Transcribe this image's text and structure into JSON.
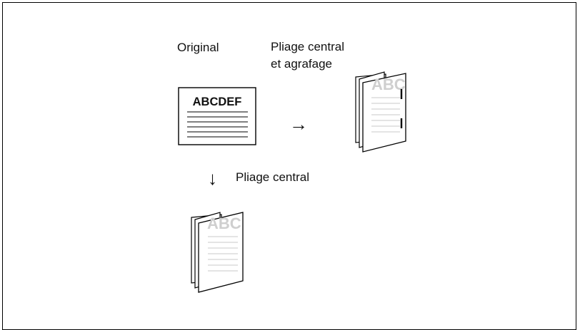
{
  "labels": {
    "original": "Original",
    "stitch_line1": "Pliage central",
    "stitch_line2": "et agrafage",
    "fold": "Pliage central"
  },
  "document": {
    "heading": "ABCDEF"
  },
  "booklets": {
    "ghost_text": "ABC"
  },
  "arrows": {
    "right": "→",
    "down": "↓"
  }
}
